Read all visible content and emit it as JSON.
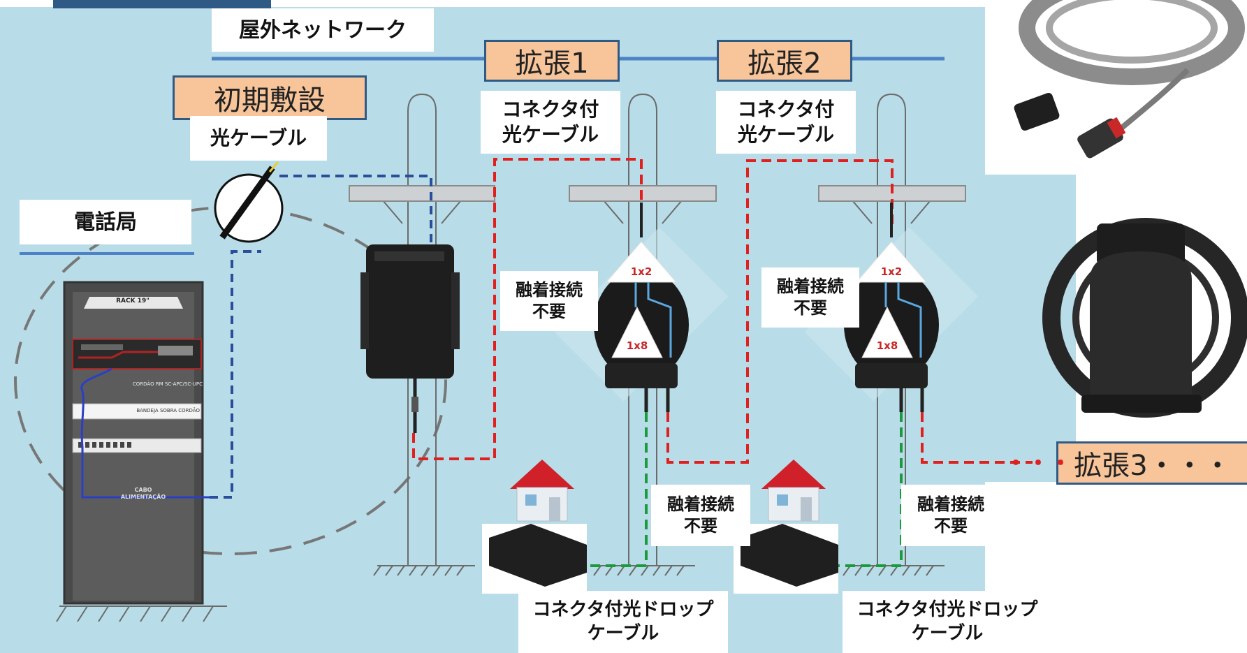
{
  "labels": {
    "outdoor_network": "屋外ネットワーク",
    "initial_install": "初期敷設",
    "expansion_1": "拡張1",
    "expansion_2": "拡張2",
    "expansion_3": "拡張3・・・",
    "optical_cable": "光ケーブル",
    "central_office": "電話局",
    "connector_cable_1": "コネクタ付\n光ケーブル",
    "connector_cable_2": "コネクタ付\n光ケーブル",
    "no_splice_1": "融着接続\n不要",
    "no_splice_2": "融着接続\n不要",
    "no_splice_3": "融着接続\n不要",
    "no_splice_4": "融着接続\n不要",
    "drop_cable_1": "コネクタ付光ドロップ\nケーブル",
    "drop_cable_2": "コネクタ付光ドロップ\nケーブル",
    "ellipsis": "・・・"
  },
  "rack": {
    "title": "RACK 19\"",
    "cord_label": "CORDÃO RM SC-APC/SC-UPC",
    "tray_label": "BANDEJA SOBRA CORDÃO",
    "power_label": "CABO\nALIMENTAÇÃO"
  },
  "splitters": {
    "s1_top": "1x2",
    "s1_bottom": "1x8",
    "s2_top": "1x2",
    "s2_bottom": "1x8"
  },
  "colors": {
    "background": "#b8dde8",
    "tag_fill": "#f8c59a",
    "tag_border": "#2f5a86",
    "feeder_cable": "#2b4e9a",
    "connector_cable": "#e0201e",
    "drop_cable": "#1a9c3c",
    "header_line": "#4d82c4"
  }
}
